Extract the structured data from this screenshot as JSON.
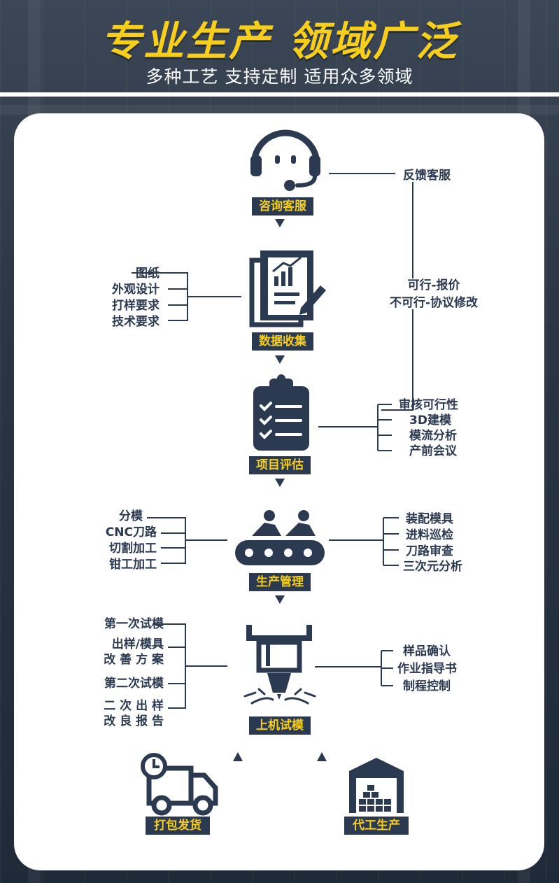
{
  "header": {
    "title": "专业生产  领域广泛",
    "subtitle": "多种工艺 支持定制 适用众多领域"
  },
  "colors": {
    "dark": "#2b3a50",
    "accent": "#f7cf1a",
    "card": "#ffffff"
  },
  "stages": {
    "consult": {
      "label": "咨询客服",
      "icon": "headset-icon"
    },
    "collect": {
      "label": "数据收集",
      "icon": "document-chart-icon"
    },
    "evaluate": {
      "label": "项目评估",
      "icon": "clipboard-checklist-icon"
    },
    "produce": {
      "label": "生产管理",
      "icon": "conveyor-workers-icon"
    },
    "trial": {
      "label": "上机试模",
      "icon": "cnc-machine-icon"
    },
    "ship": {
      "label": "打包发货",
      "icon": "delivery-truck-icon"
    },
    "oem": {
      "label": "代工生产",
      "icon": "warehouse-icon"
    }
  },
  "notes": {
    "feedback": "反馈客服",
    "quote_ok": "可行-报价",
    "quote_no": "不可行-协议修改"
  },
  "collect_inputs": [
    "图纸",
    "外观设计",
    "打样要求",
    "技术要求"
  ],
  "evaluate_outputs": [
    "审核可行性",
    "3D建模",
    "模流分析",
    "产前会议"
  ],
  "produce_left": [
    "分模",
    "CNC刀路",
    "切割加工",
    "钳工加工"
  ],
  "produce_right": [
    "装配模具",
    "进料巡检",
    "刀路审查",
    "三次元分析"
  ],
  "trial_left": [
    {
      "line1": "第一次试模",
      "line2": ""
    },
    {
      "line1": "出样/模具",
      "line2": "改 善 方 案"
    },
    {
      "line1": "第二次试模",
      "line2": ""
    },
    {
      "line1": "二 次 出 样",
      "line2": "改 良 报 告"
    }
  ],
  "trial_right": [
    "样品确认",
    "作业指导书",
    "制程控制"
  ]
}
